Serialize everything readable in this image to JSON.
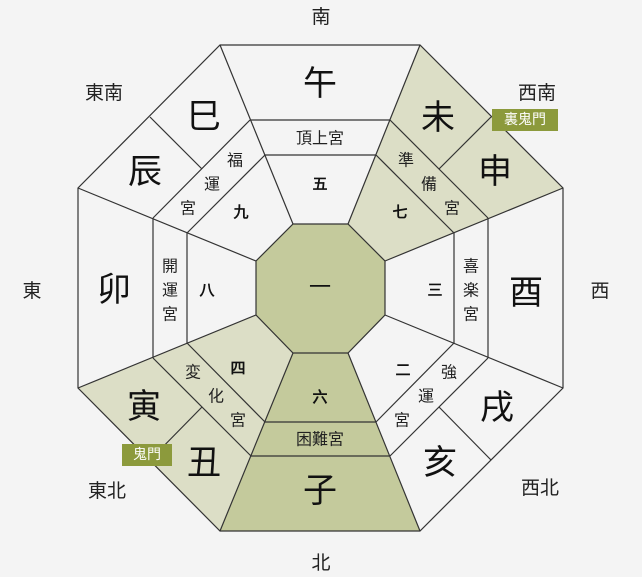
{
  "colors": {
    "background": "#f4f4f4",
    "dark_fill": "#c4ca9c",
    "light_fill": "#dcdec6",
    "white_fill": "#f4f4f4",
    "badge": "#8c9a3c",
    "line": "#333333"
  },
  "center": {
    "number": "一"
  },
  "directions": {
    "south": "南",
    "southwest": "西南",
    "west": "西",
    "northwest": "西北",
    "north": "北",
    "northeast": "東北",
    "east": "東",
    "southeast": "東南"
  },
  "zodiac": {
    "uma": "午",
    "hitsuji": "未",
    "saru": "申",
    "tori": "酉",
    "inu": "戌",
    "i": "亥",
    "ne": "子",
    "ushi": "丑",
    "tora": "寅",
    "u": "卯",
    "tatsu": "辰",
    "mi": "巳"
  },
  "sectors": {
    "south": {
      "number": "五",
      "palace": "頂上宮"
    },
    "southwest": {
      "number": "七",
      "palace": [
        "準",
        "備",
        "宮"
      ]
    },
    "west": {
      "number": "三",
      "palace": [
        "喜",
        "楽",
        "宮"
      ]
    },
    "northwest": {
      "number": "二",
      "palace": [
        "強",
        "運",
        "宮"
      ]
    },
    "north": {
      "number": "六",
      "palace": "困難宮"
    },
    "northeast": {
      "number": "四",
      "palace": [
        "変",
        "化",
        "宮"
      ]
    },
    "east": {
      "number": "八",
      "palace": [
        "開",
        "運",
        "宮"
      ]
    },
    "southeast": {
      "number": "九",
      "palace": [
        "福",
        "運",
        "宮"
      ]
    }
  },
  "badges": {
    "ura_kimon": "裏鬼門",
    "kimon": "鬼門"
  }
}
